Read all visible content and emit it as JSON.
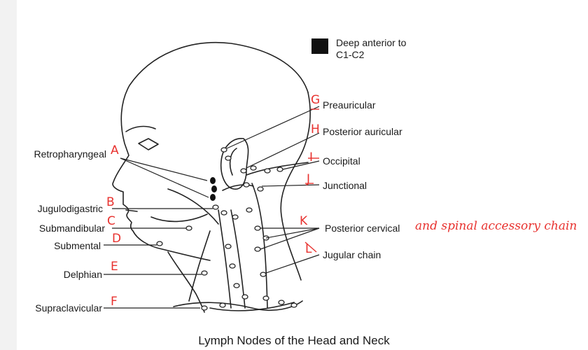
{
  "legend": {
    "label_line1": "Deep anterior to",
    "label_line2": "C1-C2",
    "swatch_color": "#111111"
  },
  "caption": "Lymph Nodes of the Head and Neck",
  "left_labels": [
    {
      "text": "Retropharyngeal",
      "letter": "A"
    },
    {
      "text": "Jugulodigastric",
      "letter": "B"
    },
    {
      "text": "Submandibular",
      "letter": "C"
    },
    {
      "text": "Submental",
      "letter": "D"
    },
    {
      "text": "Delphian",
      "letter": "E"
    },
    {
      "text": "Supraclavicular",
      "letter": "F"
    }
  ],
  "right_labels": [
    {
      "text": "Preauricular",
      "letter": "G"
    },
    {
      "text": "Posterior auricular",
      "letter": "H"
    },
    {
      "text": "Occipital",
      "letter": "I"
    },
    {
      "text": "Junctional",
      "letter": "J"
    },
    {
      "text": "Posterior cervical",
      "letter": "K"
    },
    {
      "text": "Jugular chain",
      "letter": "L"
    }
  ],
  "annotation": "and spinal accessory chain",
  "annotation_color": "#e8322f"
}
